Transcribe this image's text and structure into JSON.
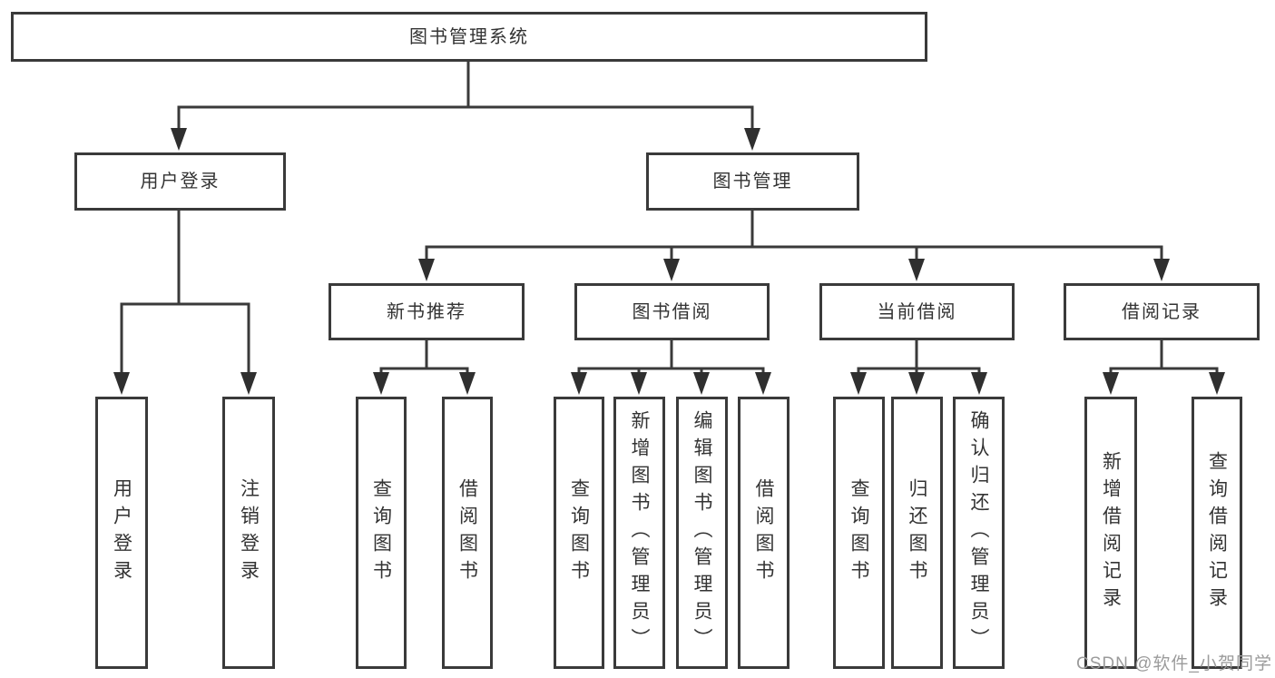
{
  "tree": {
    "label": "图书管理系统",
    "children": [
      {
        "label": "用户登录",
        "children": [
          {
            "label": "用户登录"
          },
          {
            "label": "注销登录"
          }
        ]
      },
      {
        "label": "图书管理",
        "children": [
          {
            "label": "新书推荐",
            "children": [
              {
                "label": "查询图书"
              },
              {
                "label": "借阅图书"
              }
            ]
          },
          {
            "label": "图书借阅",
            "children": [
              {
                "label": "查询图书"
              },
              {
                "label": "新增图书（管理员）"
              },
              {
                "label": "编辑图书（管理员）"
              },
              {
                "label": "借阅图书"
              }
            ]
          },
          {
            "label": "当前借阅",
            "children": [
              {
                "label": "查询图书"
              },
              {
                "label": "归还图书"
              },
              {
                "label": "确认归还（管理员）"
              }
            ]
          },
          {
            "label": "借阅记录",
            "children": [
              {
                "label": "新增借阅记录"
              },
              {
                "label": "查询借阅记录"
              }
            ]
          }
        ]
      }
    ]
  },
  "watermark": {
    "text": "CSDN @软件_小贺同学"
  },
  "colors": {
    "line": "#3a3a3a",
    "arrow": "#2f2f2f",
    "box_border": "#3a3a3a",
    "text": "#333333",
    "watermark": "#9b9b9b",
    "background": "#ffffff"
  }
}
